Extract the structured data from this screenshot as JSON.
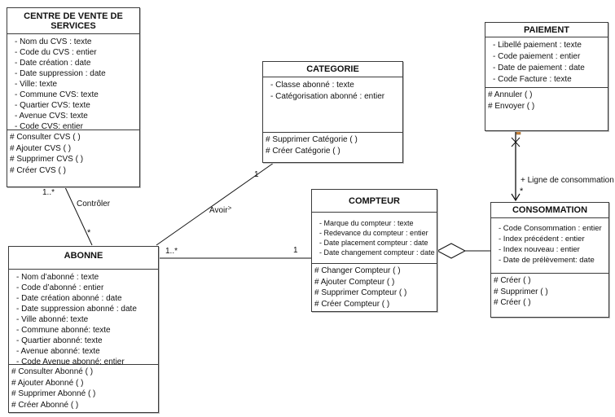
{
  "diagram": {
    "type": "uml-class-diagram",
    "background_color": "#ffffff",
    "line_color": "#111111",
    "box_border_color": "#3b3b3b",
    "box_fill_color": "#ffffff",
    "marker_color": "#c8823c"
  },
  "classes": {
    "cvs": {
      "title": "CENTRE DE VENTE DE SERVICES",
      "attributes": [
        "- Nom du CVS : texte",
        "- Code du CVS : entier",
        "- Date création : date",
        "- Date suppression : date",
        "- Ville: texte",
        "- Commune CVS: texte",
        "- Quartier CVS: texte",
        "- Avenue CVS: texte",
        "- Code CVS: entier"
      ],
      "methods": [
        "# Consulter CVS ( )",
        "# Ajouter CVS ( )",
        "# Supprimer CVS ( )",
        "# Créer CVS ( )"
      ]
    },
    "categorie": {
      "title": "CATEGORIE",
      "attributes": [
        "- Classe abonné : texte",
        "- Catégorisation abonné : entier"
      ],
      "methods": [
        "# Supprimer Catégorie ( )",
        "# Créer Catégorie ( )"
      ]
    },
    "paiement": {
      "title": "PAIEMENT",
      "attributes": [
        "- Libellé paiement : texte",
        "- Code paiement : entier",
        "- Date de paiement : date",
        "- Code Facture : texte"
      ],
      "methods": [
        "# Annuler ( )",
        "# Envoyer ( )"
      ]
    },
    "compteur": {
      "title": "COMPTEUR",
      "attributes": [
        "- Marque du compteur : texte",
        "- Redevance du compteur : entier",
        "- Date placement compteur : date",
        "- Date changement compteur : date"
      ],
      "methods": [
        "# Changer Compteur ( )",
        "# Ajouter Compteur  ( )",
        "# Supprimer Compteur  ( )",
        "# Créer Compteur  ( )"
      ]
    },
    "consommation": {
      "title": "CONSOMMATION",
      "attributes": [
        "- Code Consommation : entier",
        "- Index précédent : entier",
        "- Index nouveau : entier",
        "- Date de prélèvement: date"
      ],
      "methods": [
        "# Créer  ( )",
        "# Supprimer  ( )",
        "# Créer ( )"
      ]
    },
    "abonne": {
      "title": "ABONNE",
      "attributes": [
        "- Nom d’abonné : texte",
        "- Code d’abonné : entier",
        "- Date création abonné : date",
        "- Date suppression abonné : date",
        "- Ville abonné: texte",
        "- Commune abonné: texte",
        "- Quartier abonné: texte",
        "- Avenue abonné: texte",
        "- Code Avenue abonné: entier"
      ],
      "methods": [
        "# Consulter Abonné ( )",
        "# Ajouter Abonné ( )",
        "# Supprimer Abonné ( )",
        "# Créer Abonné ( )"
      ]
    }
  },
  "associations": {
    "controler": {
      "label": "Contrôler",
      "mult_cvs": "1..*",
      "mult_abonne": "*"
    },
    "avoir": {
      "label": "Avoir",
      "direction_mark": "˃",
      "mult_categorie": "1"
    },
    "abonne_compteur": {
      "mult_abonne": "1..*",
      "mult_compteur": "1"
    },
    "paiement_consommation": {
      "label": "+ Ligne de consommation",
      "mult_consommation": "*"
    }
  }
}
